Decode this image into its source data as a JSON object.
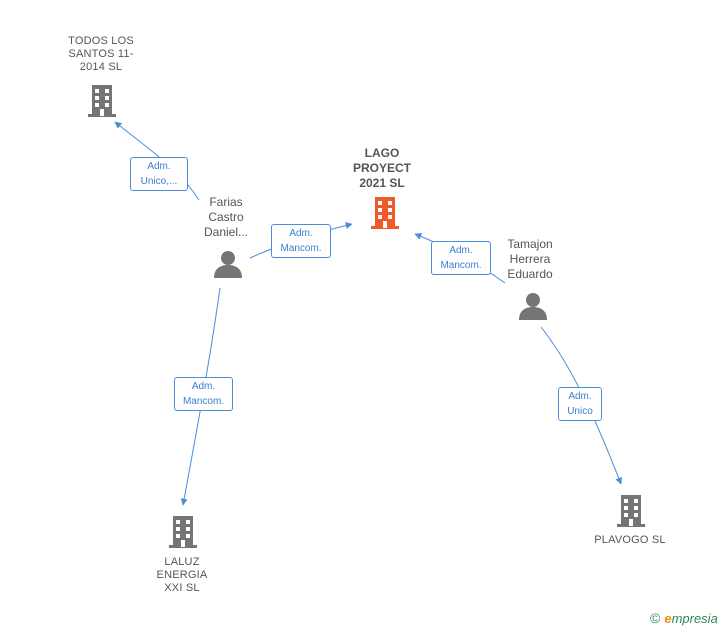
{
  "colors": {
    "edge": "#4a8ed8",
    "company_icon": "#757575",
    "focus_icon": "#f05a28",
    "person_icon": "#757575"
  },
  "nodes": {
    "todos": {
      "label": "TODOS LOS\nSANTOS 11-\n2014  SL",
      "icon": "building-icon"
    },
    "lago": {
      "label": "LAGO\nPROYECT\n2021  SL",
      "icon": "building-icon"
    },
    "laluz": {
      "label": "LALUZ\nENERGIA\nXXI  SL",
      "icon": "building-icon"
    },
    "plavogo": {
      "label": "PLAVOGO  SL",
      "icon": "building-icon"
    },
    "farias": {
      "label": "Farias\nCastro\nDaniel...",
      "icon": "person-icon"
    },
    "tamajon": {
      "label": "Tamajon\nHerrera\nEduardo",
      "icon": "person-icon"
    }
  },
  "edges": {
    "farias_todos": "Adm.\nUnico,...",
    "farias_lago": "Adm.\nMancom.",
    "tamajon_lago": "Adm.\nMancom.",
    "farias_laluz": "Adm.\nMancom.",
    "tamajon_plavogo": "Adm.\nUnico"
  },
  "brand": {
    "copyright": "©",
    "first": "e",
    "rest": "mpresia"
  }
}
